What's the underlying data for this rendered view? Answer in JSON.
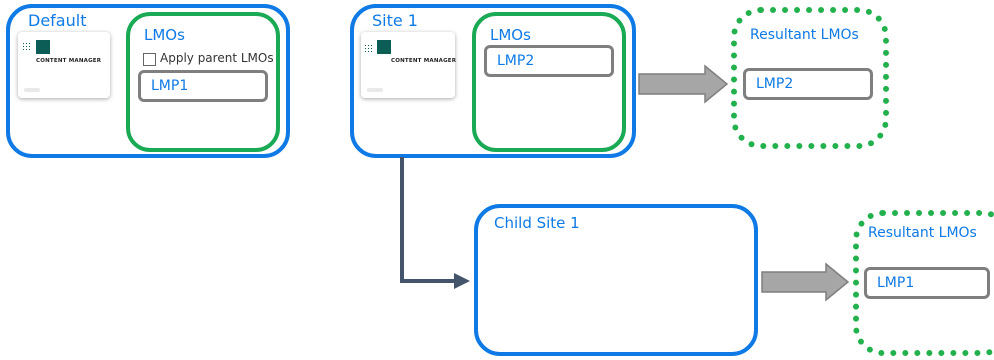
{
  "default_site": {
    "title": "Default",
    "logo_text": "CONTENT MANAGER",
    "lmos_title": "LMOs",
    "apply_parent_label": "Apply parent LMOs",
    "lmp": "LMP1"
  },
  "site1": {
    "title": "Site 1",
    "logo_text": "CONTENT MANAGER",
    "lmos_title": "LMOs",
    "lmp": "LMP2"
  },
  "resultant_1": {
    "title": "Resultant LMOs",
    "lmp": "LMP2"
  },
  "child_site": {
    "title": "Child Site 1"
  },
  "resultant_2": {
    "title": "Resultant LMOs",
    "lmp": "LMP1"
  },
  "colors": {
    "site_border": "#0f7ae5",
    "lmo_border": "#1aaa55",
    "resultant_border": "#22b14c",
    "lmp_border": "#7f7f7f",
    "arrow_fill": "#a6a6a6",
    "connector": "#44546a"
  }
}
